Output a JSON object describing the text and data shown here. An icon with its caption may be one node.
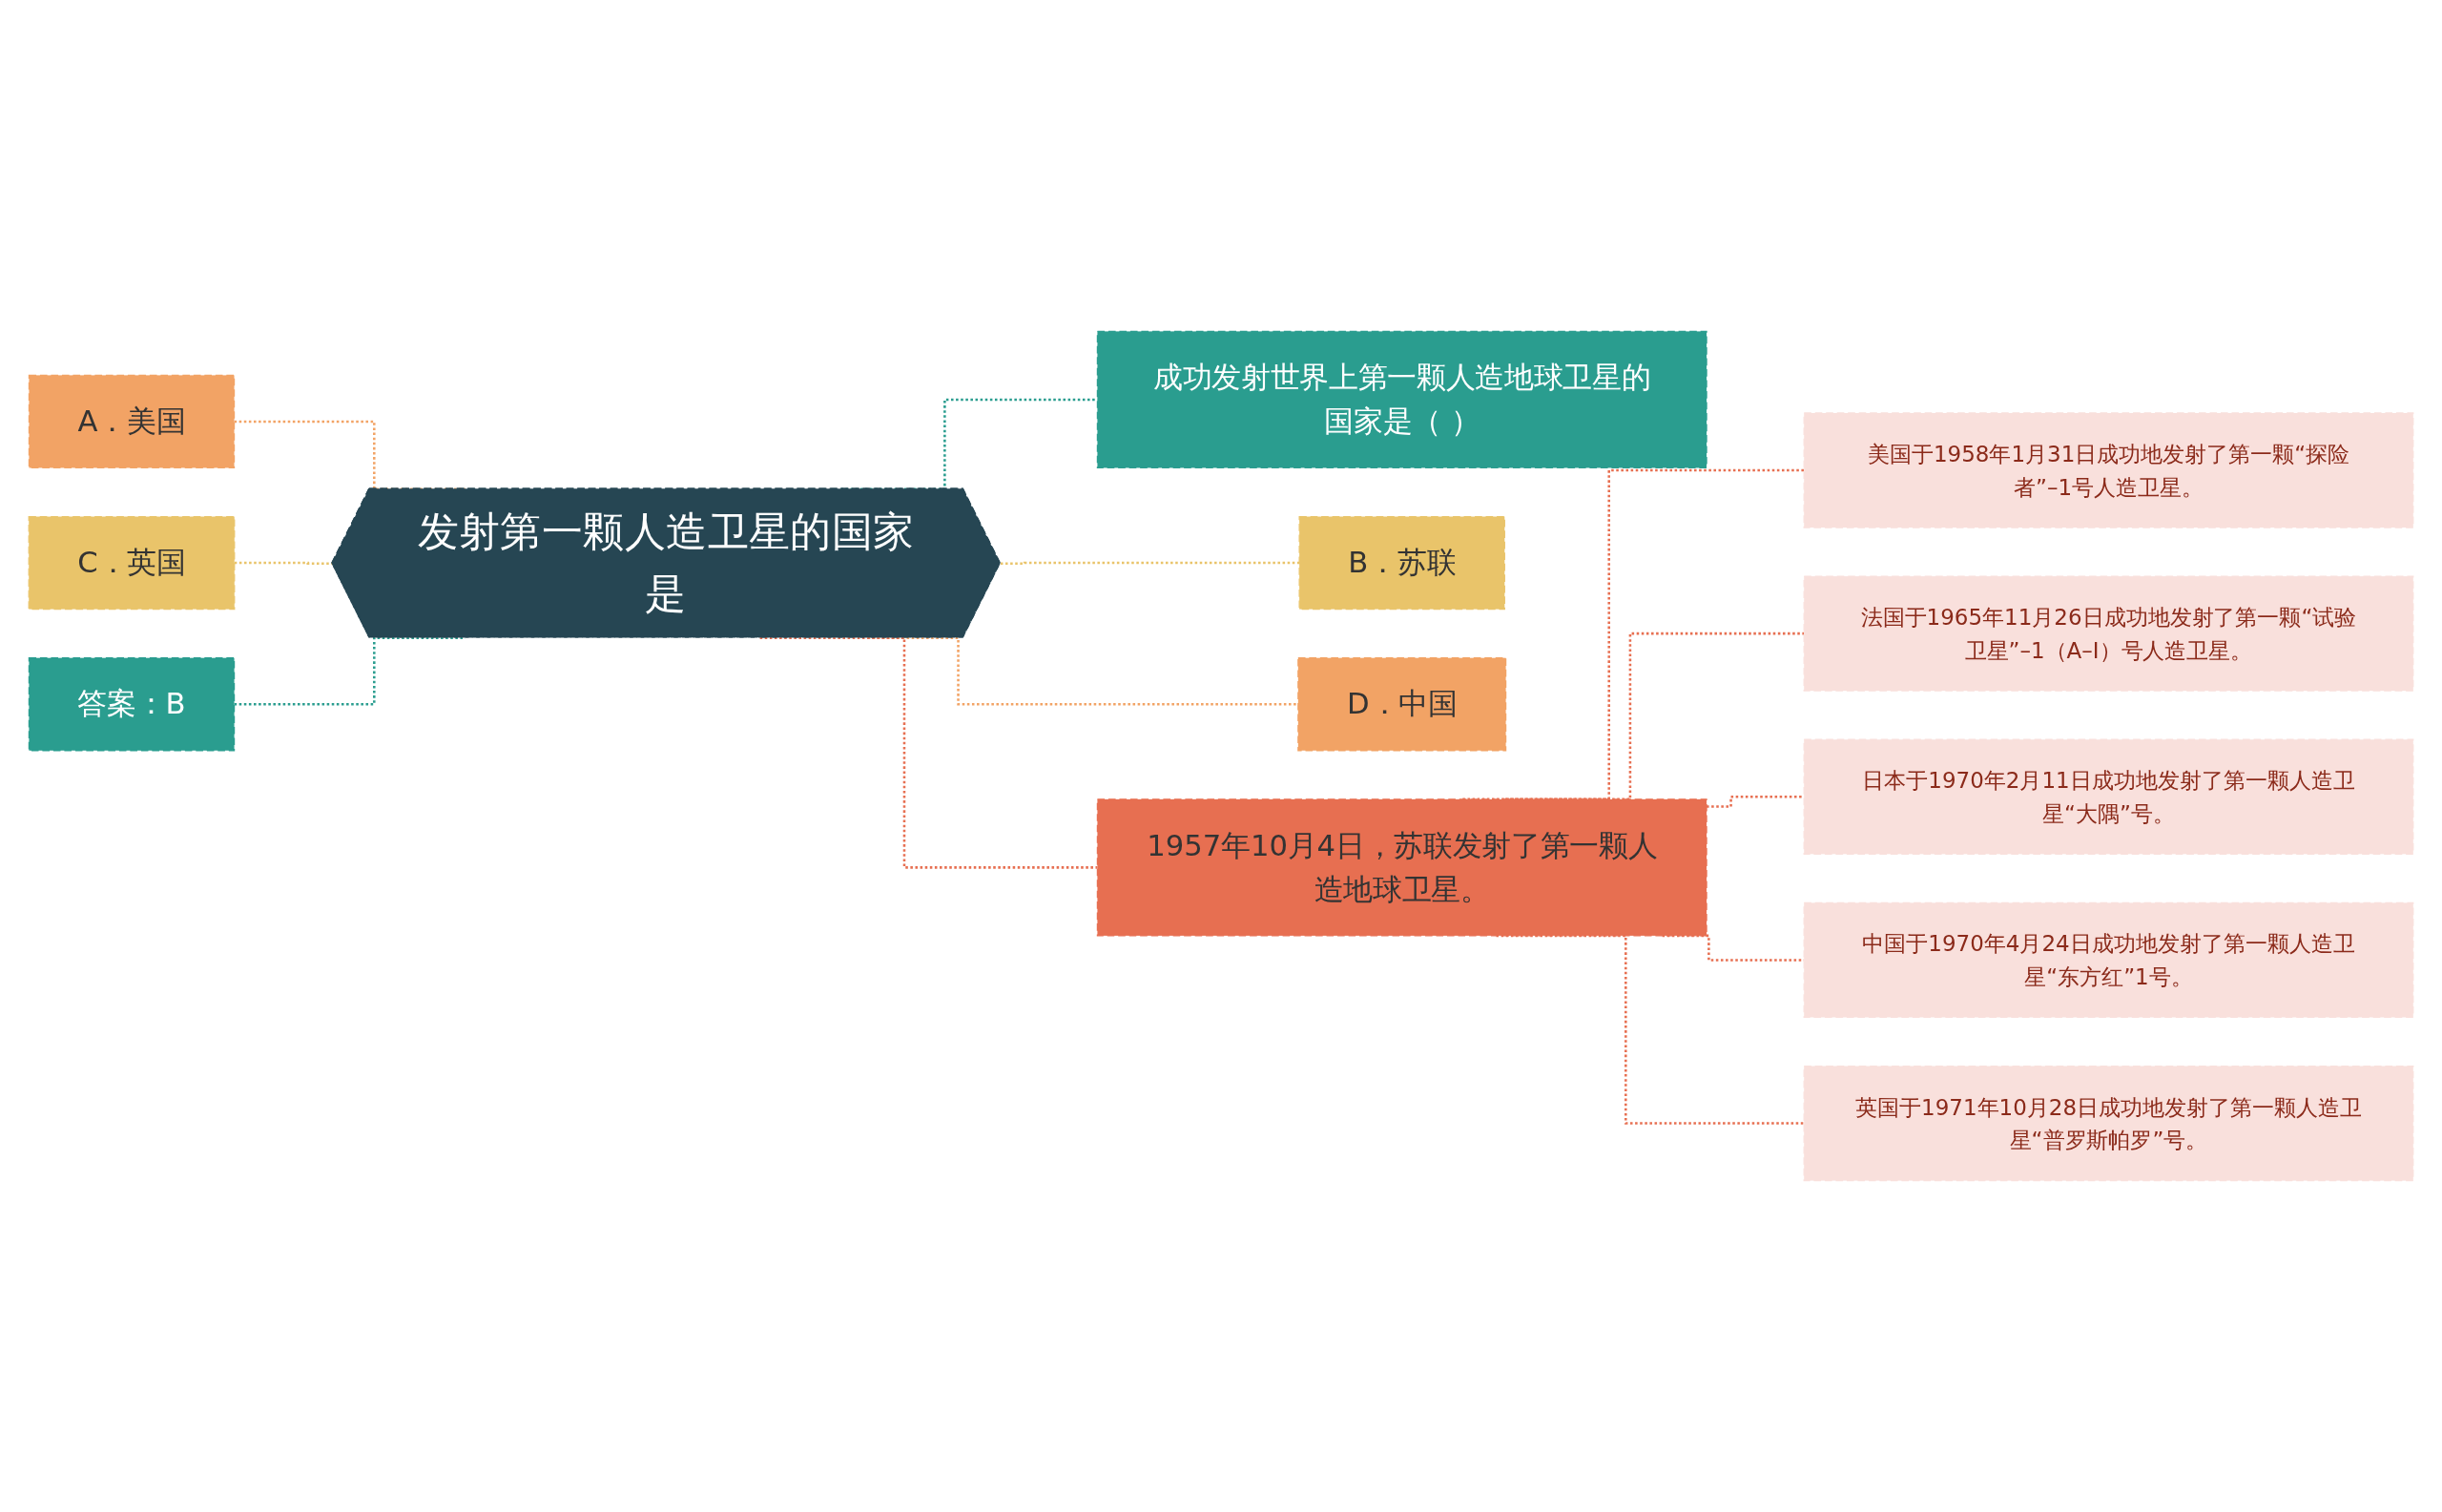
{
  "diagram": {
    "nodes": [
      {
        "text": [
          "发射第一颗人造卫星的国家是"
        ]
      },
      {
        "text": [
          "A．美国"
        ]
      },
      {
        "text": [
          "C．英国"
        ]
      },
      {
        "text": [
          "答案：B"
        ]
      },
      {
        "text": [
          "成功发射世界上第一颗人造地球卫星的国家是（ ）"
        ]
      },
      {
        "text": [
          "B．苏联"
        ]
      },
      {
        "text": [
          "D．中国"
        ]
      },
      {
        "text": [
          "1957年10月4日，苏联发射了第一颗人造地球卫星。"
        ]
      },
      {
        "text": [
          "美国于1958年1月31日成功地发射了第一颗“探险者”–1号人造卫星。"
        ]
      },
      {
        "text": [
          "法国于1965年11月26日成功地发射了第一颗“试验卫星”–1（A–I）号人造卫星。"
        ]
      },
      {
        "text": [
          "日本于1970年2月11日成功地发射了第一颗人造卫星“大隅”号。"
        ]
      },
      {
        "text": [
          "中国于1970年4月24日成功地发射了第一颗人造卫星“东方红”1号。"
        ]
      },
      {
        "text": [
          "英国于1971年10月28日成功地发射了第一颗人造卫星“普罗斯帕罗”号。"
        ]
      }
    ],
    "edges": [
      {
        "from": 1,
        "to": 0,
        "arrow": "none",
        "style": "dashed",
        "color": "#f2a365"
      },
      {
        "from": 2,
        "to": 0,
        "arrow": "none",
        "style": "dashed",
        "color": "#e9c46a"
      },
      {
        "from": 3,
        "to": 0,
        "arrow": "none",
        "style": "dashed",
        "color": "#2a9d8f"
      },
      {
        "from": 0,
        "to": 4,
        "arrow": "none",
        "style": "dashed",
        "color": "#2a9d8f"
      },
      {
        "from": 0,
        "to": 5,
        "arrow": "none",
        "style": "dashed",
        "color": "#e9c46a"
      },
      {
        "from": 0,
        "to": 6,
        "arrow": "none",
        "style": "dashed",
        "color": "#f2a365"
      },
      {
        "from": 0,
        "to": 7,
        "arrow": "none",
        "style": "dashed"
      },
      {
        "from": 7,
        "to": 8,
        "arrow": "none",
        "style": "dashed"
      },
      {
        "from": 7,
        "to": 9,
        "arrow": "none",
        "style": "dashed"
      },
      {
        "from": 7,
        "to": 10,
        "arrow": "none",
        "style": "dashed"
      },
      {
        "from": 7,
        "to": 11,
        "arrow": "none",
        "style": "dashed"
      },
      {
        "from": 7,
        "to": 12,
        "arrow": "none",
        "style": "dashed"
      }
    ]
  }
}
